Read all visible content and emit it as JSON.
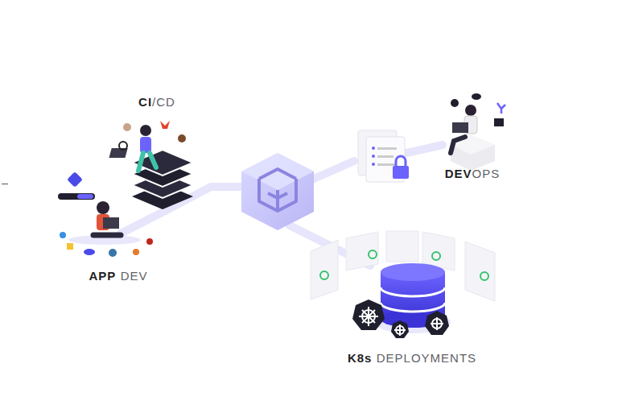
{
  "diagram": {
    "nodes": [
      {
        "text": [
          "CI",
          "/CD"
        ]
      },
      {
        "text": [
          "DEV",
          "OPS"
        ]
      },
      {
        "text": [
          "APP",
          "DEV"
        ]
      },
      {
        "text": [
          "K8s",
          "DEPLOYMENTS"
        ]
      }
    ]
  }
}
